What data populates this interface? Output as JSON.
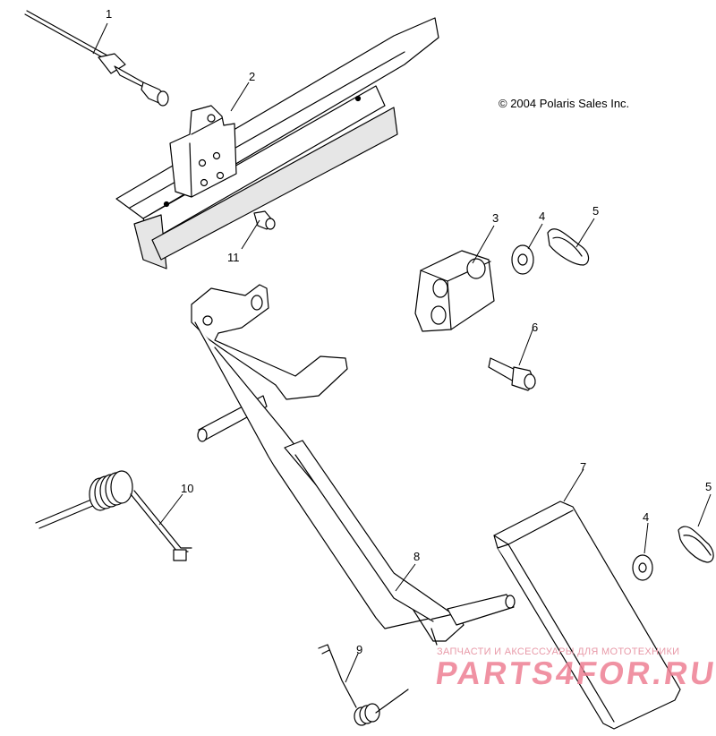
{
  "copyright": "© 2004 Polaris Sales Inc.",
  "callouts": {
    "c1": "1",
    "c2": "2",
    "c3": "3",
    "c4a": "4",
    "c5a": "5",
    "c6": "6",
    "c7": "7",
    "c4b": "4",
    "c5b": "5",
    "c8": "8",
    "c9": "9",
    "c10": "10",
    "c11": "11"
  },
  "watermark": {
    "tagline": "ЗАПЧАСТИ И АКСЕССУАРЫ ДЛЯ МОТОТЕХНИКИ",
    "logo": "PARTS4FOR.RU"
  },
  "colors": {
    "line": "#000000",
    "watermark": "#ee7f93"
  }
}
